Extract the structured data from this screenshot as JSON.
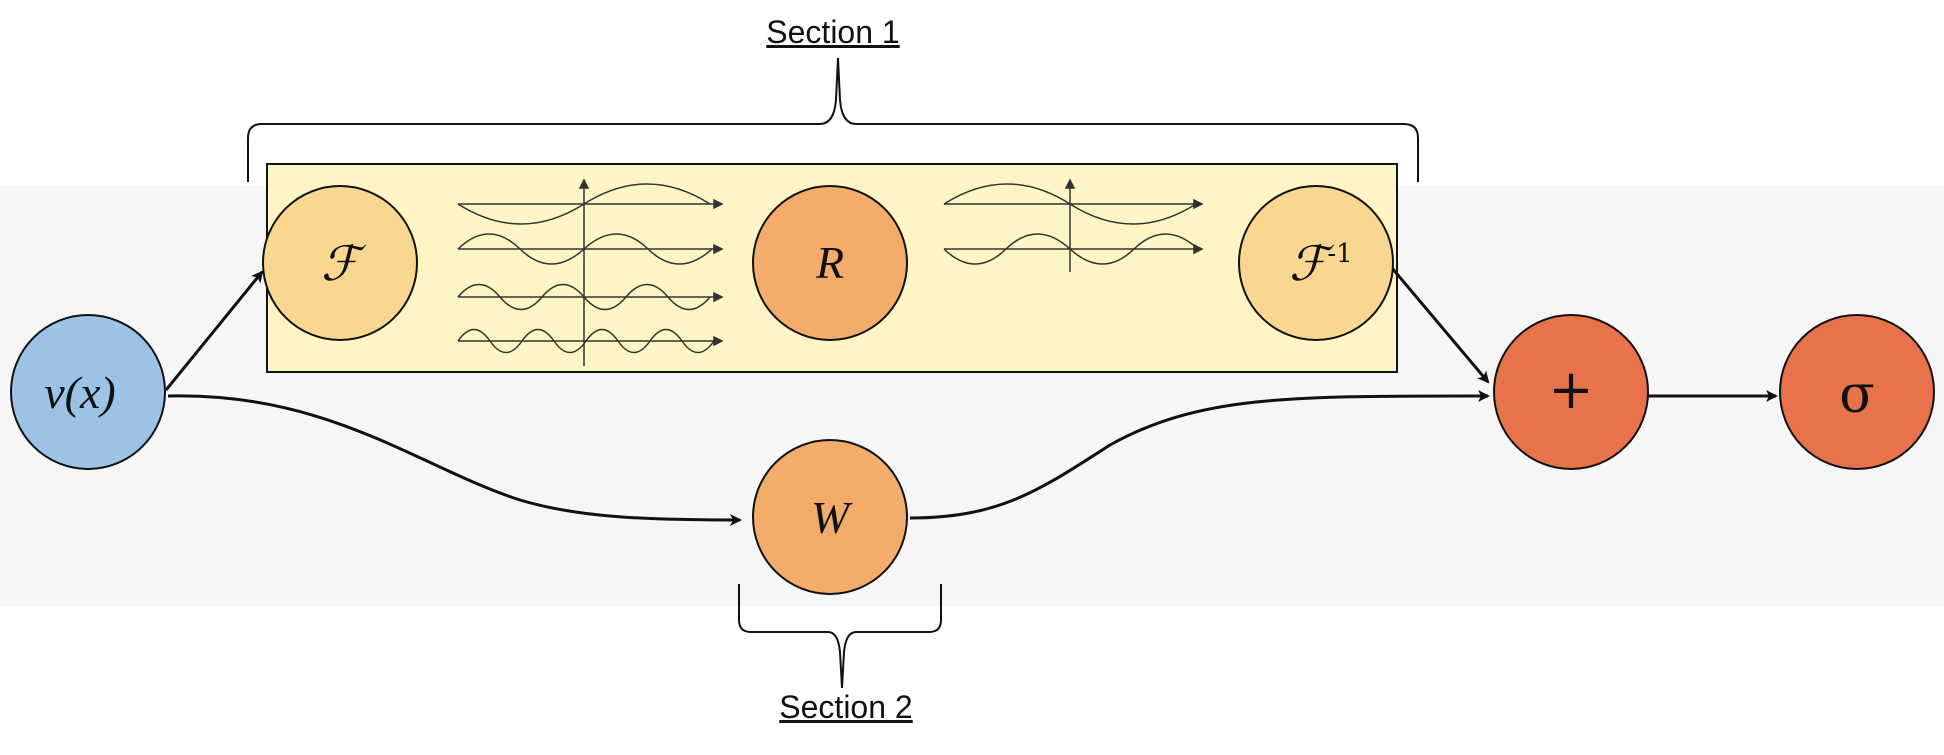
{
  "diagram": {
    "section1_label": "Section 1",
    "section2_label": "Section 2",
    "nodes": {
      "input": {
        "label": "v(x)",
        "color": "#9cc3e5"
      },
      "fourier": {
        "label": "ℱ",
        "color": "#fad791"
      },
      "r": {
        "label": "R",
        "color": "#f4ac6b"
      },
      "inverse_fourier": {
        "label": "ℱ",
        "superscript": "-1",
        "color": "#fad791"
      },
      "w": {
        "label": "W",
        "color": "#f4ac6b"
      },
      "sum": {
        "label": "+",
        "color": "#e8734a"
      },
      "sigma": {
        "label": "σ",
        "color": "#e8734a"
      }
    },
    "spectral_box_color": "#fdf6c4"
  }
}
